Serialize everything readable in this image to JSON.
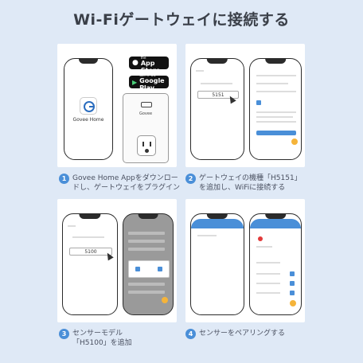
{
  "title": "Wi-Fiゲートウェイに接続する",
  "badges": {
    "appstore_small": "Download on the",
    "appstore_big": "App Store",
    "googleplay_small": "GET IT ON",
    "googleplay_big": "Google Play"
  },
  "panel1": {
    "app_name": "Govee Home",
    "gateway_label": "Govee"
  },
  "panel2": {
    "model_input": "5151"
  },
  "panel3": {
    "model_input": "5100"
  },
  "steps": [
    {
      "num": "1",
      "line1": "Govee Home Appをダウンロー",
      "line2": "ドし、ゲートウェイをプラグイン"
    },
    {
      "num": "2",
      "line1": "ゲートウェイの機種「H5151」",
      "line2": "を追加し、WiFiに接続する"
    },
    {
      "num": "3",
      "line1": "センサーモデル",
      "line2": "「H5100」を追加"
    },
    {
      "num": "4",
      "line1": "センサーをペアリングする",
      "line2": ""
    }
  ],
  "colors": {
    "background": "#dfe9f6",
    "accent": "#4a8fd8",
    "highlight": "#f5b43a"
  }
}
